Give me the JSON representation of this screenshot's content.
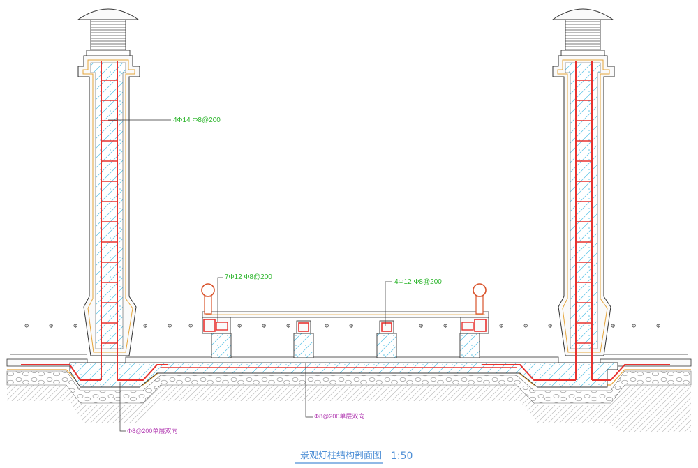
{
  "title": "景观灯柱结构剖面图",
  "scale": "1:50",
  "annotations": {
    "column_rebar": "4Φ14 Φ8@200",
    "small_pier_left": "7Φ12 Φ8@200",
    "small_pier_mid": "4Φ12 Φ8@200",
    "slab_rebar_mid": "Φ8@200单层双向",
    "slab_rebar_left": "Φ8@200单层双向"
  },
  "soil_symbol": "Φ",
  "colors": {
    "concrete": "#56c2e6",
    "rebar": "#e8322f",
    "outline": "#222222",
    "green_label": "#2bb52b",
    "magenta_label": "#b23bb2",
    "title": "#4e8fd6",
    "finish": "#e6a53a",
    "cap": "#d9532b"
  }
}
